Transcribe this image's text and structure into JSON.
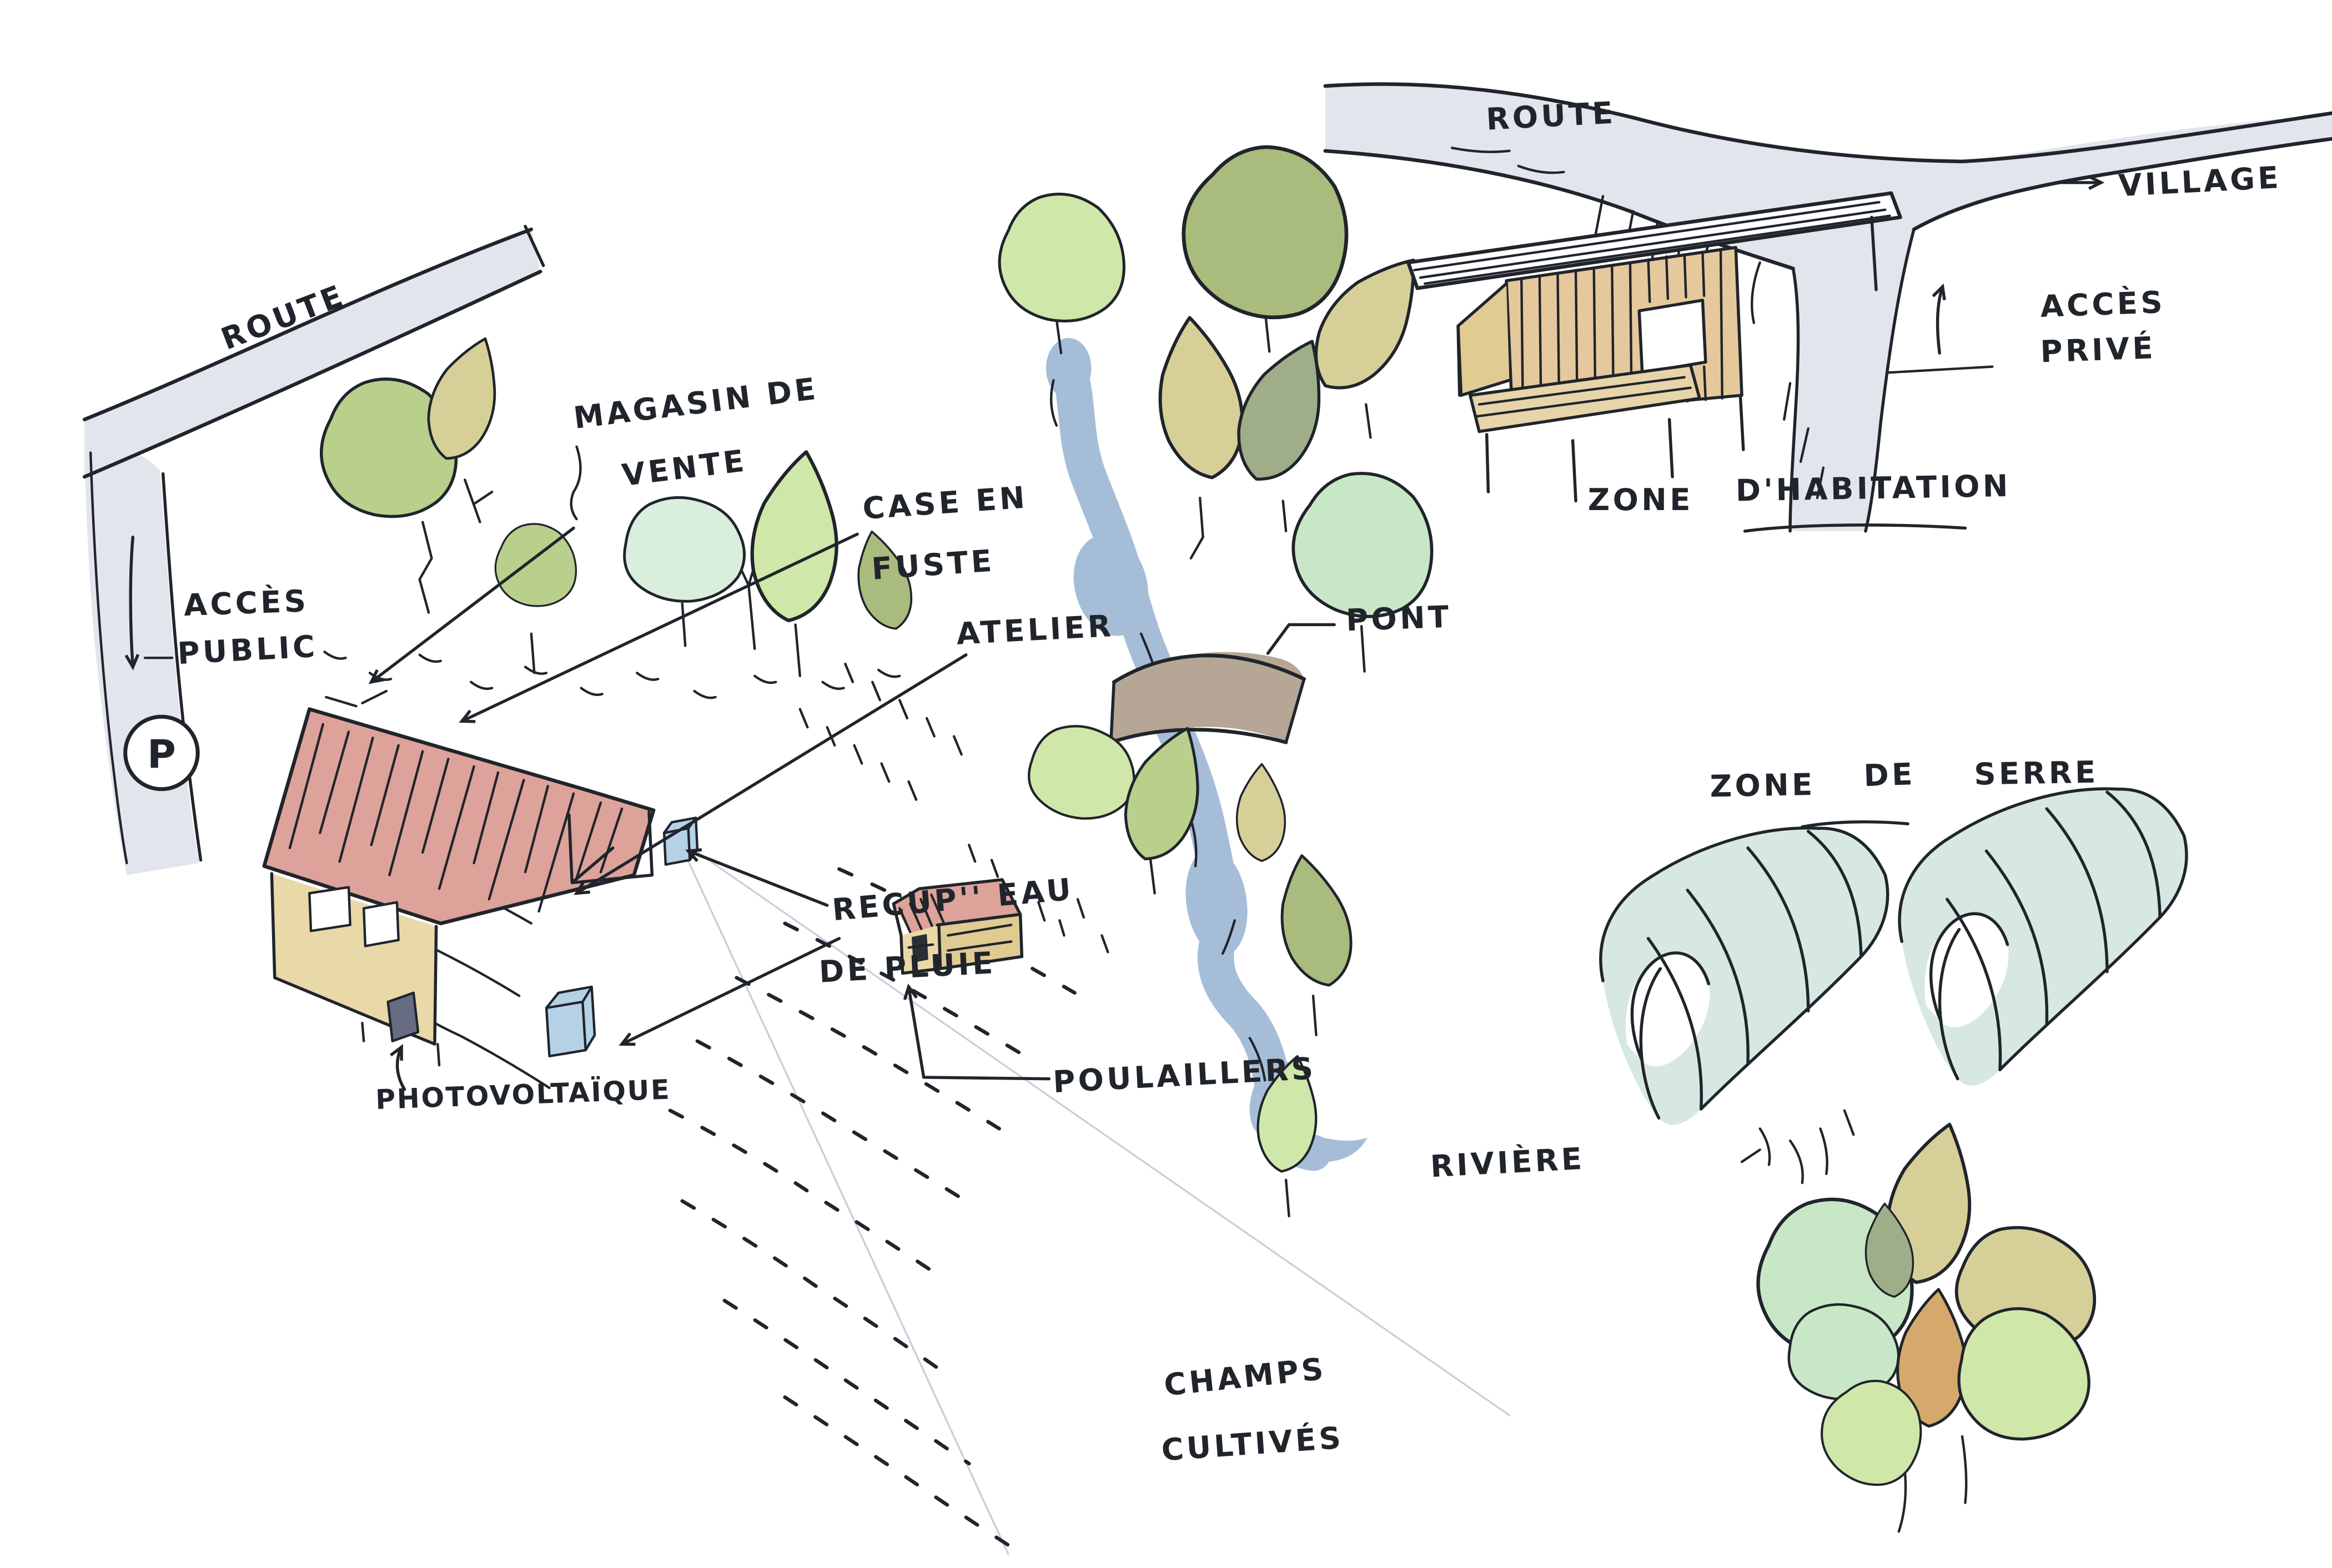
{
  "labels": {
    "route_left": "ROUTE",
    "route_top": "ROUTE",
    "acces_public": {
      "line1": "ACCÈS",
      "line2": "PUBLIC"
    },
    "magasin": {
      "line1": "MAGASIN DE",
      "line2": "VENTE"
    },
    "case_fuste": {
      "line1": "CASE EN",
      "line2": "FUSTE"
    },
    "atelier": "ATELIER",
    "recup": {
      "line1": "RECUP'' EAU",
      "line2": "DE PLUIE"
    },
    "photovoltaique": "PHOTOVOLTAÏQUE",
    "poulaillers": "POULAILLERS",
    "champs": {
      "line1": "CHAMPS",
      "line2": "CULTIVÉS"
    },
    "pont": "PONT",
    "riviere": "RIVIÈRE",
    "zone_habitation": {
      "word1": "ZONE",
      "word2": "D'HABITATION"
    },
    "village": "VILLAGE",
    "acces_prive": {
      "line1": "ACCÈS",
      "line2": "PRIVÉ"
    },
    "zone_serre": {
      "word1": "ZONE",
      "word2": "DE",
      "word3": "SERRE"
    },
    "parking": "P"
  },
  "colors": {
    "ink": "#20242b",
    "road": "#e2e5eb",
    "river": "#a6bdd8",
    "bridge": "#b5a695",
    "roof": "#dda29a",
    "wall": "#e9d8a8",
    "wall_shade": "#e0cb93",
    "wood": "#e5c89b",
    "deck": "#e7d4a9",
    "cube": "#b5d1e5",
    "panel": "#676c82",
    "greenhouse": "#d7e8e2",
    "t_green": "#b9cf8c",
    "t_olive": "#a9bc7d",
    "t_khaki": "#d6cf97",
    "t_gray": "#9fae88",
    "t_mint": "#c8e7c6",
    "t_palegreen": "#cfe8a9",
    "t_mintpale": "#d9eedd",
    "t_orange": "#d4a96b"
  }
}
